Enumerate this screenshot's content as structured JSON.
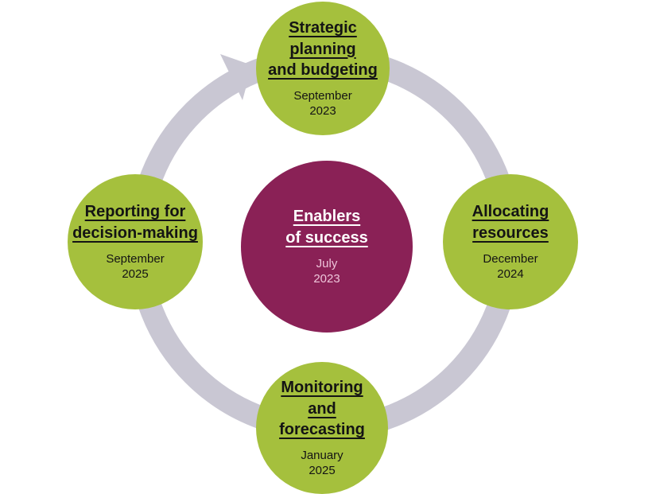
{
  "colors": {
    "stage-fill": "#a5c03d",
    "center-fill": "#8a2156",
    "arrow": "#c9c7d3",
    "stage-text": "#141414",
    "center-title-text": "#ffffff",
    "center-date-text": "#eec5da"
  },
  "diagram": {
    "type": "cycle",
    "arrow_direction": "clockwise",
    "center": {
      "title": "Enablers\nof success",
      "date": "July\n2023"
    },
    "stages": [
      {
        "position": "top",
        "title": "Strategic\nplanning\nand budgeting",
        "date": "September\n2023"
      },
      {
        "position": "right",
        "title": "Allocating\nresources",
        "date": "December\n2024"
      },
      {
        "position": "bottom",
        "title": "Monitoring\nand\nforecasting",
        "date": "January\n2025"
      },
      {
        "position": "left",
        "title": "Reporting for\ndecision-making",
        "date": "September\n2025"
      }
    ]
  }
}
